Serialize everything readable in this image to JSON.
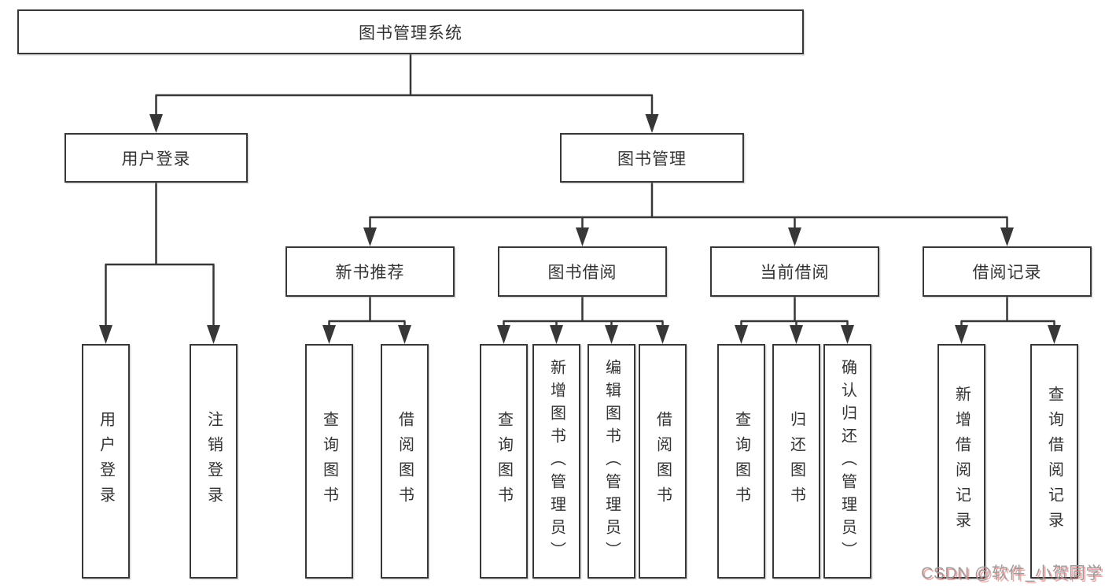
{
  "diagram": {
    "root": {
      "label": "图书管理系统"
    },
    "level2": [
      {
        "label": "用户登录",
        "children": [
          {
            "label": "用户登录"
          },
          {
            "label": "注销登录"
          }
        ]
      },
      {
        "label": "图书管理",
        "children": [
          {
            "label": "新书推荐",
            "children": [
              {
                "label": "查询图书"
              },
              {
                "label": "借阅图书"
              }
            ]
          },
          {
            "label": "图书借阅",
            "children": [
              {
                "label": "查询图书"
              },
              {
                "label": "新增图书（管理员）"
              },
              {
                "label": "编辑图书（管理员）"
              },
              {
                "label": "借阅图书"
              }
            ]
          },
          {
            "label": "当前借阅",
            "children": [
              {
                "label": "查询图书"
              },
              {
                "label": "归还图书"
              },
              {
                "label": "确认归还（管理员）"
              }
            ]
          },
          {
            "label": "借阅记录",
            "children": [
              {
                "label": "新增借阅记录"
              },
              {
                "label": "查询借阅记录"
              }
            ]
          }
        ]
      }
    ]
  },
  "watermark": {
    "text": "CSDN @软件_小贺同学"
  },
  "colors": {
    "background": "#ffffff",
    "line": "#373737",
    "box_border": "#373737",
    "text": "#333333",
    "watermark_gray": "#9c9c9c",
    "watermark_red": "#ec6060"
  }
}
